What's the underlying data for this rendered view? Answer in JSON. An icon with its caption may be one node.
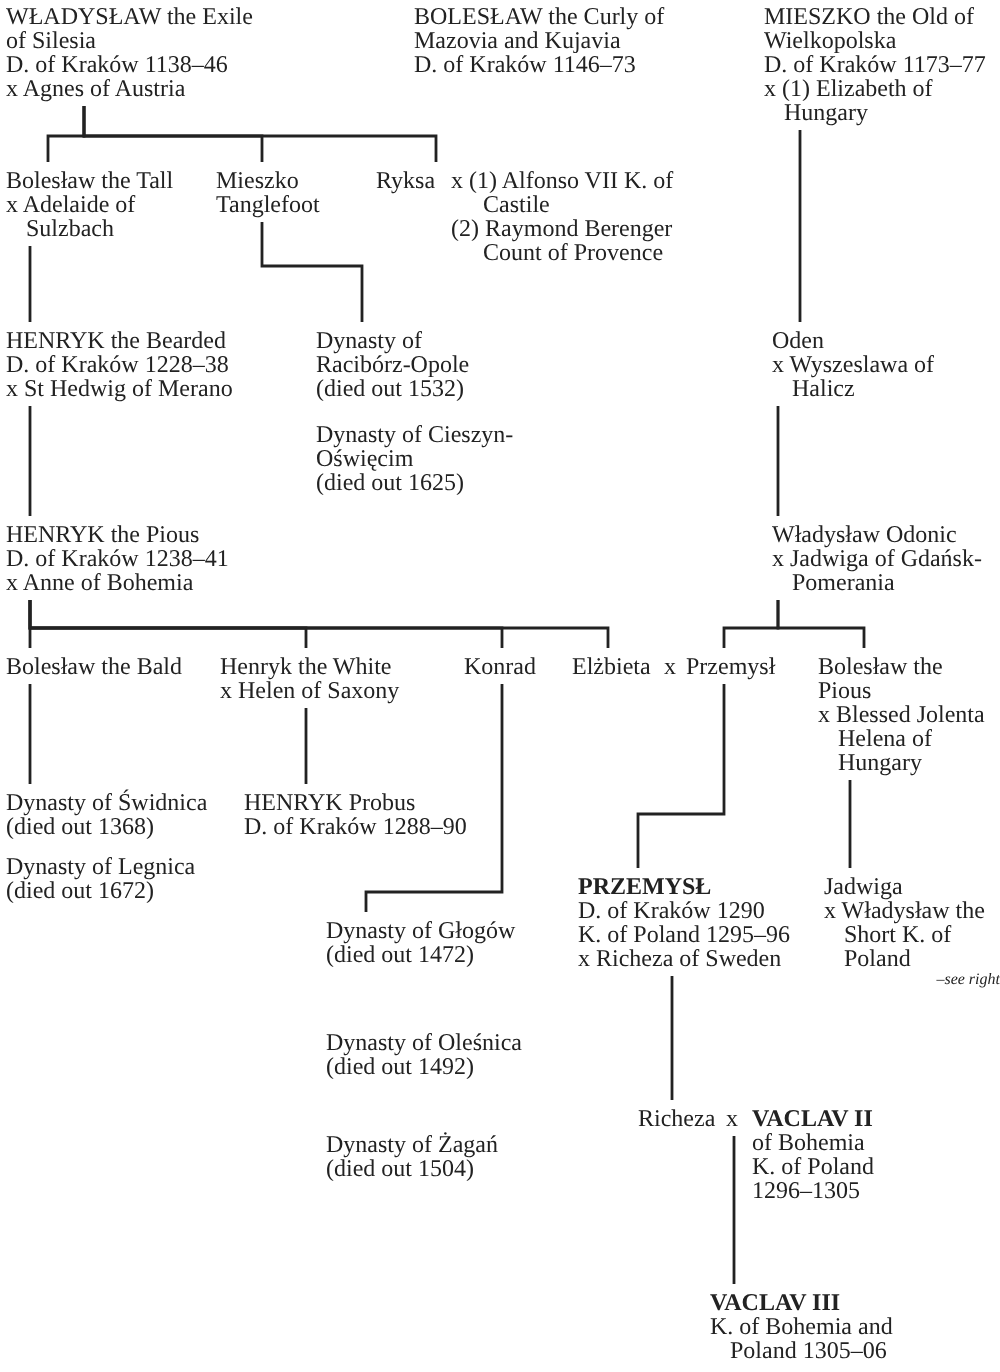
{
  "diagram": {
    "nodes": [
      {
        "text": [
          "WŁADYSŁAW the Exile of Silesia",
          "D. of Kraków 1138–46",
          "x Agnes of Austria"
        ]
      },
      {
        "text": [
          "MIESZKO the Old of Wielkopolska",
          "D. of Kraków 1173–77",
          "x (1) Elizabeth of Hungary"
        ]
      },
      {
        "text": [
          "Bolesław the Tall",
          "x Adelaide of Sulzbach"
        ]
      },
      {
        "text": [
          "Mieszko Tanglefoot"
        ]
      },
      {
        "text": [
          "Ryksa",
          "x (1) Alfonso VII K. of Castile",
          "(2) Raymond Berenger Count of Provence"
        ]
      },
      {
        "text": [
          "HENRYK the Bearded",
          "D. of Kraków 1228–38",
          "x St Hedwig of Merano"
        ]
      },
      {
        "text": [
          "Dynasty of Racibórz-Opole",
          "(died out 1532)"
        ]
      },
      {
        "text": [
          "Oden",
          "x Wyszeslawa of Halicz"
        ]
      },
      {
        "text": [
          "HENRYK the Pious",
          "D. of Kraków 1238–41",
          "x Anne of Bohemia"
        ]
      },
      {
        "text": [
          "Władysław Odonic",
          "x Jadwiga of Gdańsk-Pomerania"
        ]
      },
      {
        "text": [
          "Bolesław the Bald"
        ]
      },
      {
        "text": [
          "Henryk the White",
          "x Helen of Saxony"
        ]
      },
      {
        "text": [
          "Konrad"
        ]
      },
      {
        "text": [
          "Elżbieta"
        ]
      },
      {
        "text": [
          "Przemysł"
        ]
      },
      {
        "text": [
          "Bolesław the Pious",
          "x Blessed Jolenta Helena of Hungary"
        ]
      },
      {
        "text": [
          "Dynasty of Świdnica",
          "(died out 1368)"
        ]
      },
      {
        "text": [
          "HENRYK Probus",
          "D. of Kraków 1288–90"
        ]
      },
      {
        "text": [
          "PRZEMYSŁ",
          "D. of Kraków 1290",
          "K. of Poland 1295–96",
          "x Richeza of Sweden"
        ]
      },
      {
        "text": [
          "Jadwiga",
          "x Władysław the Short K. of Poland"
        ],
        "beside": [
          "–see right"
        ]
      },
      {
        "text": [
          "Dynasty of Głogów",
          "(died out 1472)"
        ]
      },
      {
        "text": [
          "Richeza"
        ]
      },
      {
        "text": [
          "x"
        ]
      },
      {
        "text": [
          "VACLAV II",
          "of Bohemia",
          "K. of Poland",
          "1296–1305"
        ]
      },
      {
        "text": [
          "VACLAV III",
          "K. of Bohemia and Poland 1305–06"
        ]
      }
    ],
    "edges": [
      {
        "from": 0,
        "to": 2,
        "arrow": "none"
      },
      {
        "from": 0,
        "to": 3,
        "arrow": "none"
      },
      {
        "from": 0,
        "to": 4,
        "arrow": "none"
      },
      {
        "from": 1,
        "to": 7,
        "arrow": "none"
      },
      {
        "from": 2,
        "to": 5,
        "arrow": "none"
      },
      {
        "from": 3,
        "to": 6,
        "arrow": "none"
      },
      {
        "from": 5,
        "to": 8,
        "arrow": "none"
      },
      {
        "from": 7,
        "to": 9,
        "arrow": "none"
      },
      {
        "from": 8,
        "to": 10,
        "arrow": "none"
      },
      {
        "from": 8,
        "to": 11,
        "arrow": "none"
      },
      {
        "from": 8,
        "to": 12,
        "arrow": "none"
      },
      {
        "from": 8,
        "to": 13,
        "arrow": "none"
      },
      {
        "from": 9,
        "to": 14,
        "arrow": "none"
      },
      {
        "from": 9,
        "to": 15,
        "arrow": "none"
      },
      {
        "from": 10,
        "to": 16,
        "arrow": "none"
      },
      {
        "from": 11,
        "to": 17,
        "arrow": "none"
      },
      {
        "from": 14,
        "to": 18,
        "arrow": "none"
      },
      {
        "from": 15,
        "to": 19,
        "arrow": "none"
      },
      {
        "from": 12,
        "to": 20,
        "arrow": "none"
      },
      {
        "from": 18,
        "to": 21,
        "arrow": "none"
      },
      {
        "from": 22,
        "to": 24,
        "arrow": "none"
      }
    ],
    "labels": [
      "BOLESŁAW the Curly of Mazovia and Kujavia",
      "D. of Kraków 1146–73",
      "Dynasty of Cieszyn-Oświęcim",
      "(died out 1625)",
      "x",
      "Dynasty of Legnica",
      "(died out 1672)",
      "Dynasty of Oleśnica",
      "(died out 1492)",
      "Dynasty of Żagań",
      "(died out 1504)"
    ]
  }
}
